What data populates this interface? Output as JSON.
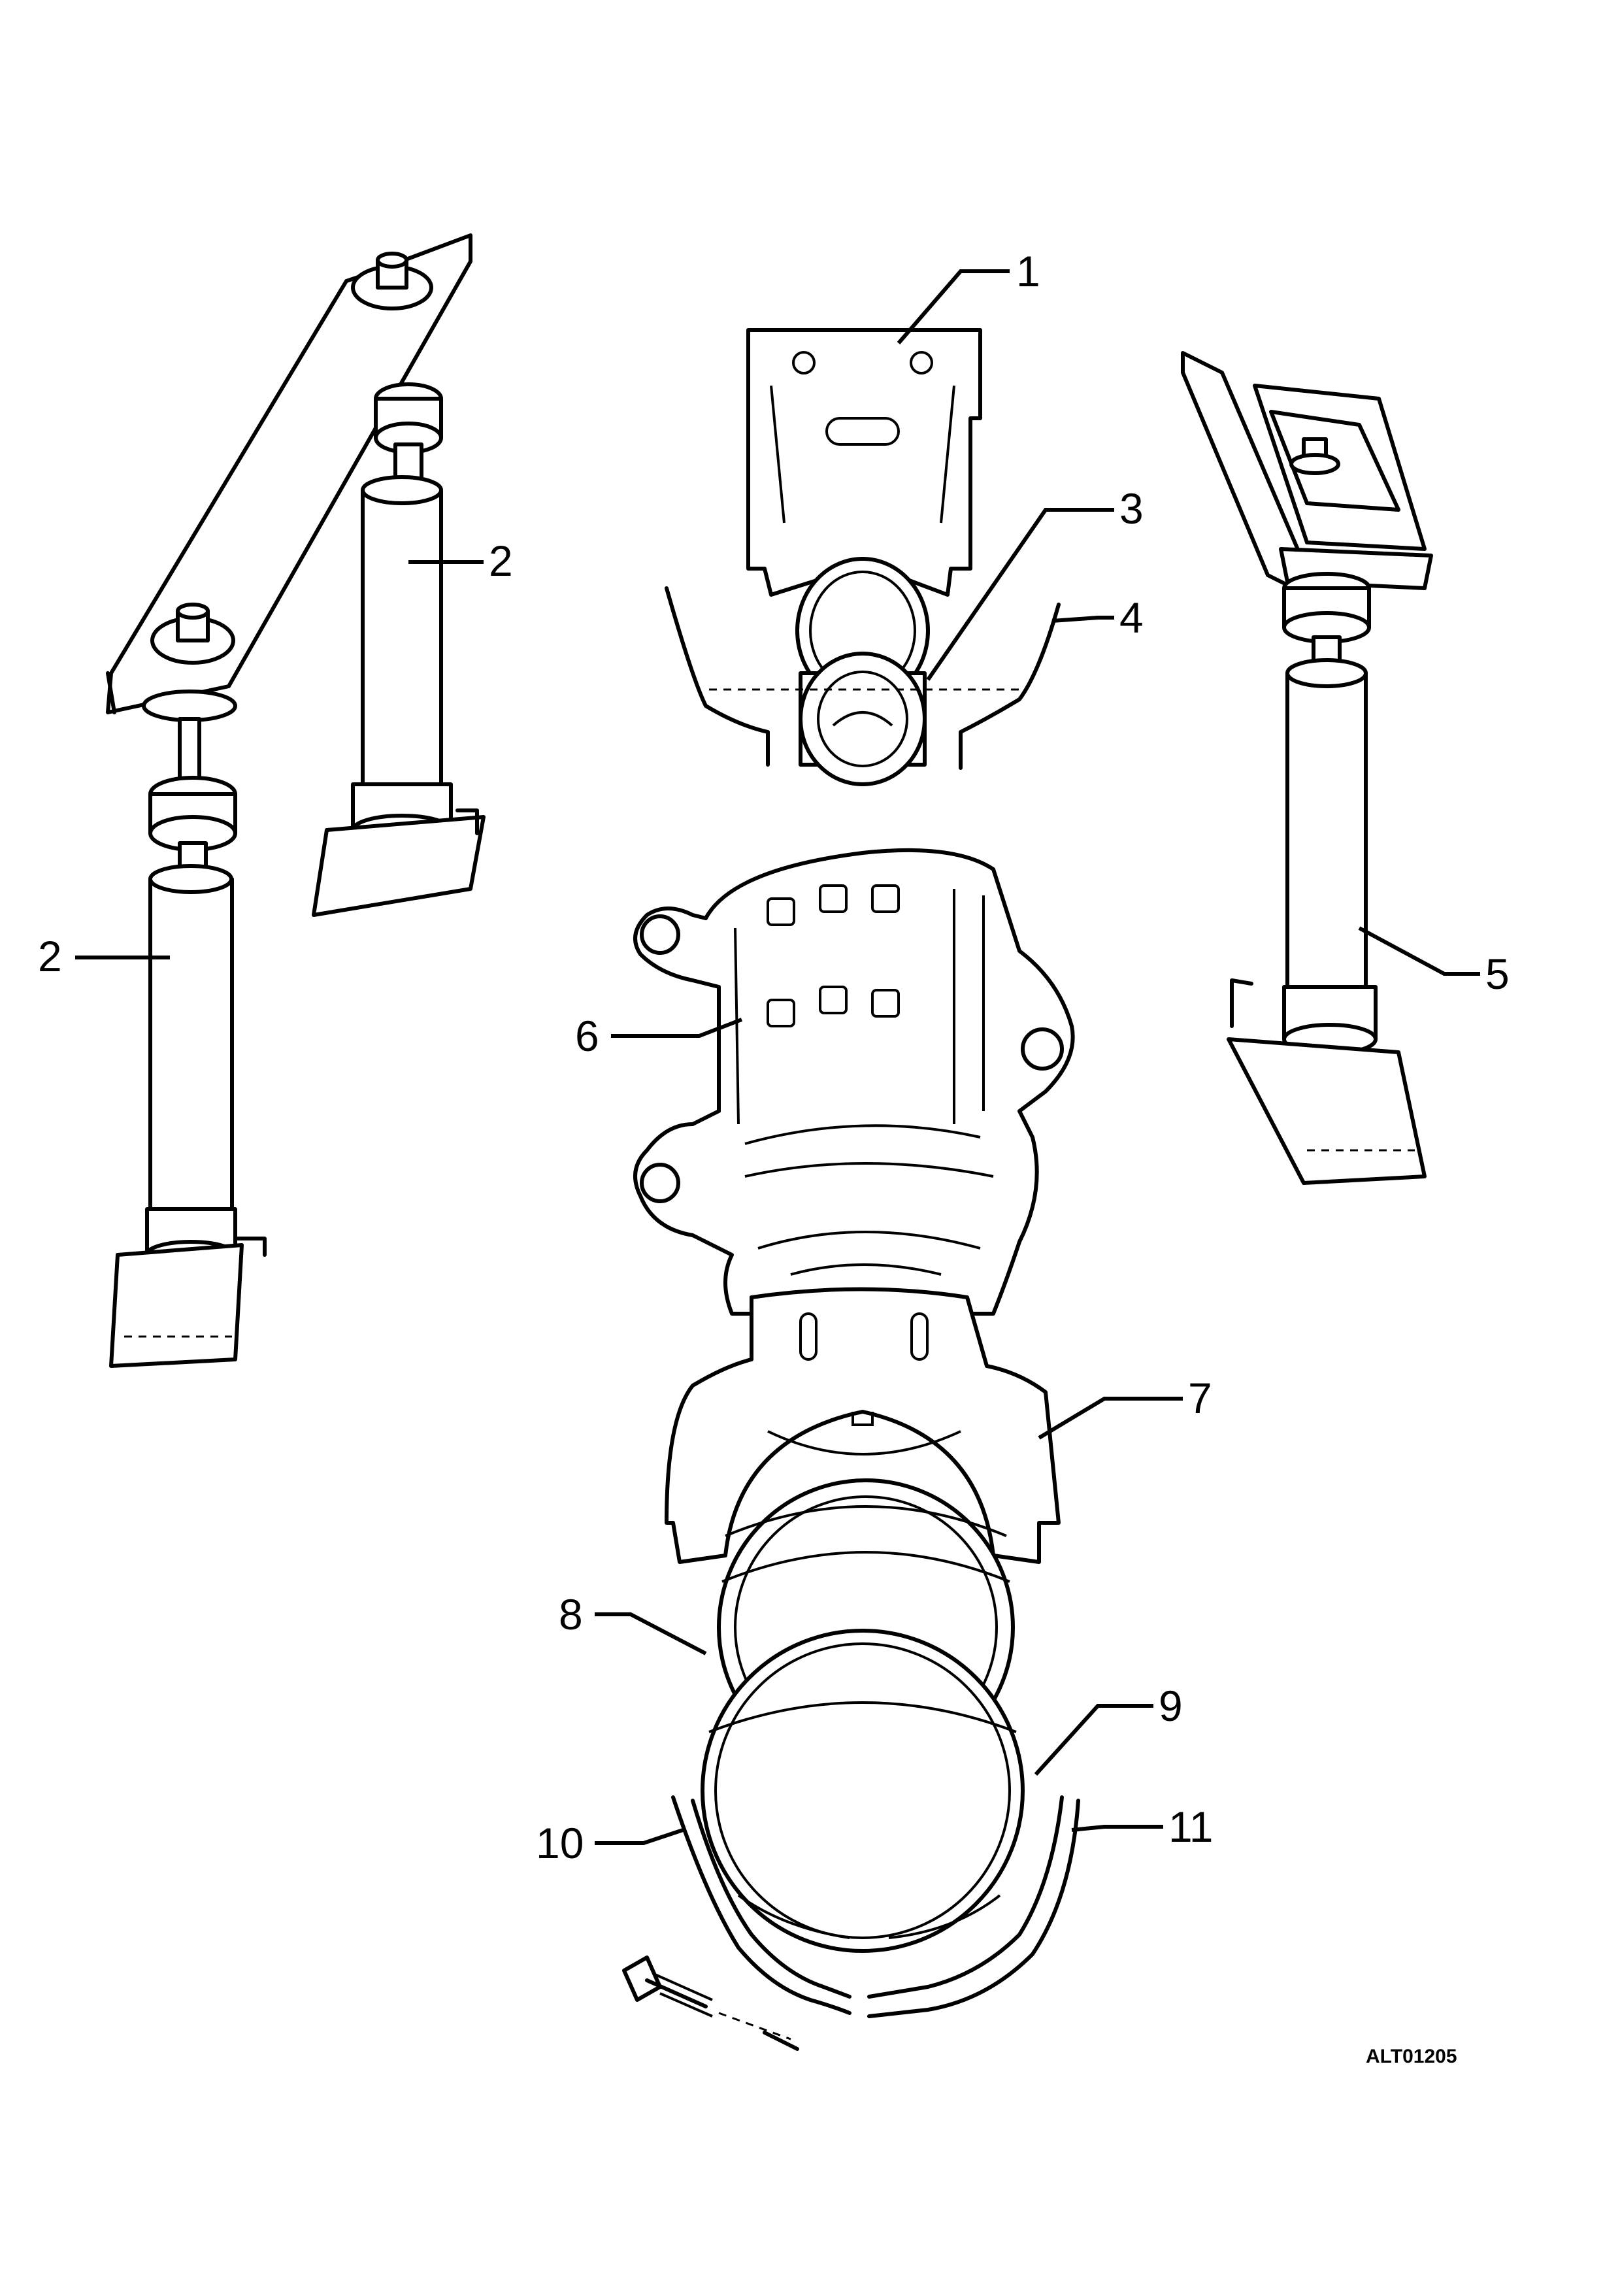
{
  "figure": {
    "id": "ALT01205",
    "callouts": [
      {
        "id": "callout-1",
        "text": "1"
      },
      {
        "id": "callout-2a",
        "text": "2"
      },
      {
        "id": "callout-2b",
        "text": "2"
      },
      {
        "id": "callout-3",
        "text": "3"
      },
      {
        "id": "callout-4",
        "text": "4"
      },
      {
        "id": "callout-5",
        "text": "5"
      },
      {
        "id": "callout-6",
        "text": "6"
      },
      {
        "id": "callout-7",
        "text": "7"
      },
      {
        "id": "callout-8",
        "text": "8"
      },
      {
        "id": "callout-9",
        "text": "9"
      },
      {
        "id": "callout-10",
        "text": "10"
      },
      {
        "id": "callout-11",
        "text": "11"
      }
    ]
  }
}
